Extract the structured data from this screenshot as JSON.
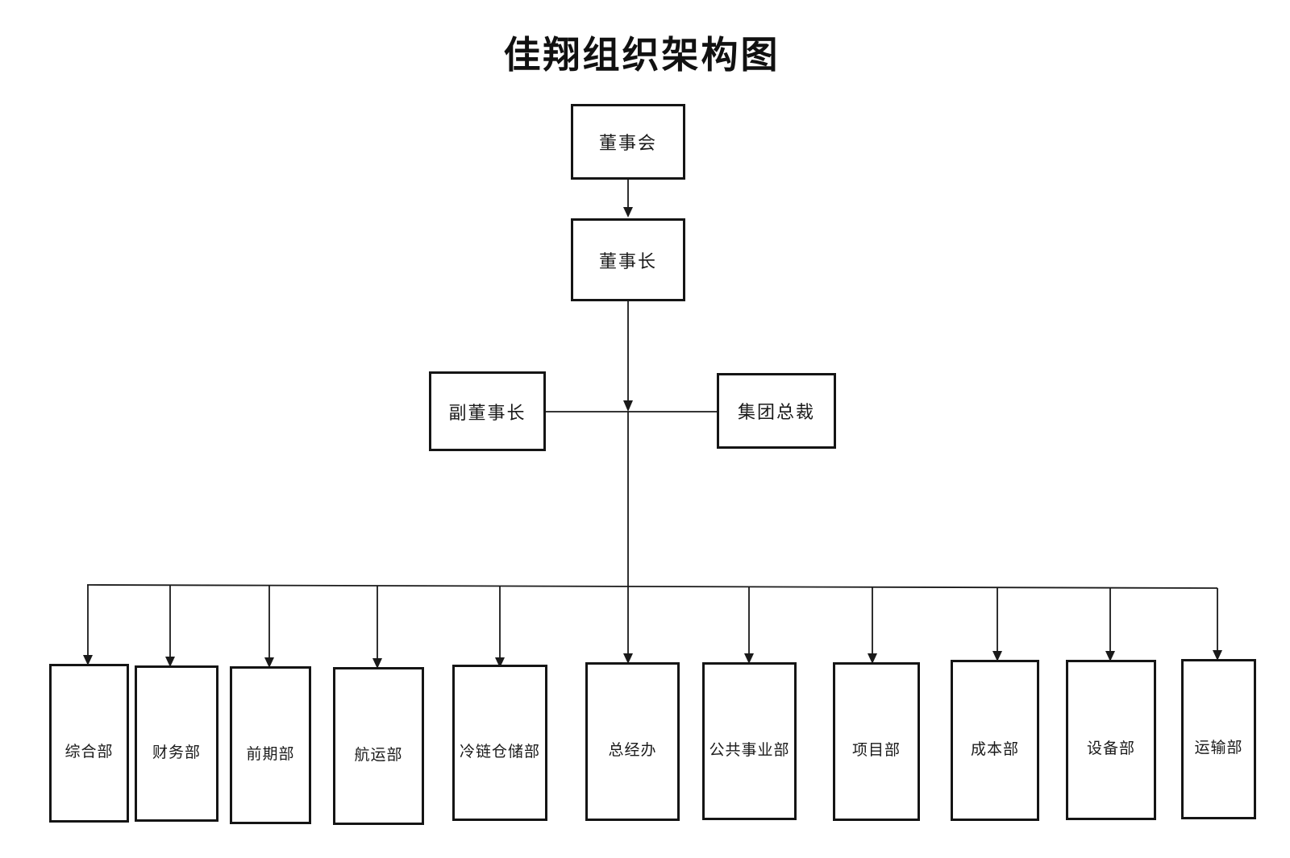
{
  "title": "佳翔组织架构图",
  "nodes": {
    "board": "董事会",
    "chairman": "董事长",
    "vice_chairman": "副董事长",
    "president": "集团总裁"
  },
  "departments": [
    "综合部",
    "财务部",
    "前期部",
    "航运部",
    "冷链仓储部",
    "总经办",
    "公共事业部",
    "项目部",
    "成本部",
    "设备部",
    "运输部"
  ],
  "colors": {
    "line": "#1a1a1a",
    "text": "#1a1a1a",
    "background": "#ffffff"
  }
}
